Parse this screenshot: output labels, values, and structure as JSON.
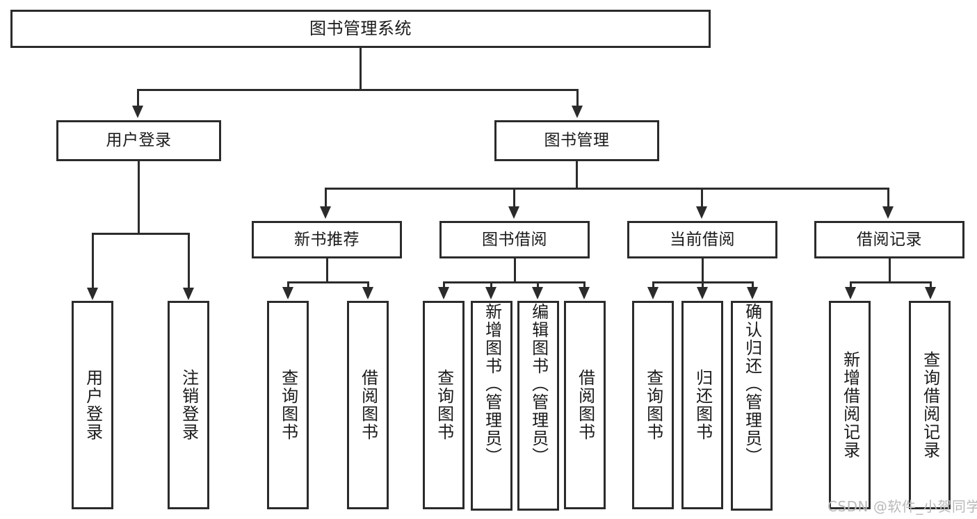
{
  "diagram": {
    "type": "tree",
    "title": "图书管理系统",
    "watermark": "CSDN @软件_小贺同学",
    "colors": {
      "stroke": "#2b2b2b",
      "fill": "#ffffff",
      "text": "#1a1a1a",
      "watermark": "#b9b9b9"
    },
    "nodes": {
      "root": {
        "label": "图书管理系统"
      },
      "level1": [
        {
          "label": "用户登录"
        },
        {
          "label": "图书管理"
        }
      ],
      "level2": [
        {
          "label": "新书推荐"
        },
        {
          "label": "图书借阅"
        },
        {
          "label": "当前借阅"
        },
        {
          "label": "借阅记录"
        }
      ],
      "leaves": {
        "user_login": [
          {
            "label": "用户登录"
          },
          {
            "label": "注销登录"
          }
        ],
        "new_book_recommend": [
          {
            "label": "查询图书"
          },
          {
            "label": "借阅图书"
          }
        ],
        "book_borrow": [
          {
            "label": "查询图书"
          },
          {
            "label": "新增图书（管理员）"
          },
          {
            "label": "编辑图书（管理员）"
          },
          {
            "label": "借阅图书"
          }
        ],
        "current_borrow": [
          {
            "label": "查询图书"
          },
          {
            "label": "归还图书"
          },
          {
            "label": "确认归还（管理员）"
          }
        ],
        "borrow_record": [
          {
            "label": "新增借阅记录"
          },
          {
            "label": "查询借阅记录"
          }
        ]
      }
    }
  }
}
